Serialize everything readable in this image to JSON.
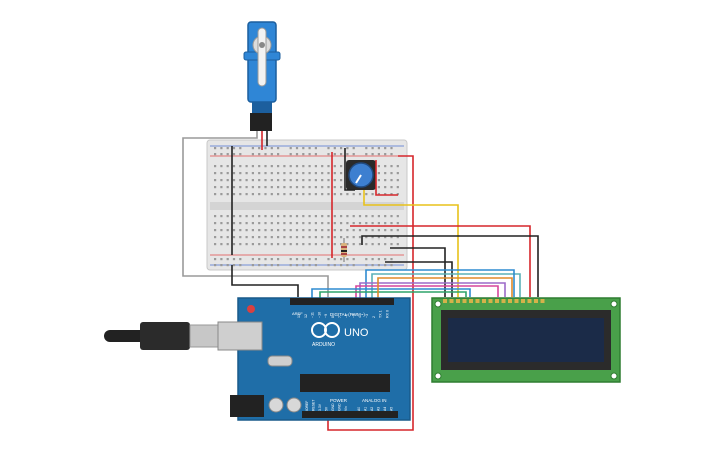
{
  "arduino": {
    "brand": "ARDUINO",
    "model": "UNO",
    "digital_label": "DIGITAL (PWM~)",
    "power_label": "POWER",
    "analog_label": "ANALOG IN",
    "aref_label": "AREF",
    "gnd_label": "GND",
    "pin_labels": [
      "13",
      "12",
      "~11",
      "~10",
      "~9",
      "8",
      "7",
      "~6",
      "~5",
      "4",
      "~3",
      "2",
      "TX 1",
      "RX 0"
    ],
    "power_pins": [
      "IOREF",
      "RESET",
      "3.3V",
      "5V",
      "GND",
      "GND",
      "Vin"
    ],
    "analog_pins": [
      "A0",
      "A1",
      "A2",
      "A3",
      "A4",
      "A5"
    ]
  },
  "colors": {
    "arduino_blue": "#1f6ea8",
    "breadboard": "#e6e6e6",
    "lcd_green": "#49a04a",
    "lcd_screen": "#1b2b48",
    "servo_blue": "#2f86d6",
    "wire_red": "#d6262b",
    "wire_black": "#222222",
    "wire_gray": "#9a9a9a",
    "wire_yellow": "#e8c21a",
    "wire_blue": "#2f8bd0"
  },
  "icons": [
    "usb-cable-icon",
    "servo-motor-icon",
    "potentiometer-icon",
    "resistor-icon"
  ]
}
